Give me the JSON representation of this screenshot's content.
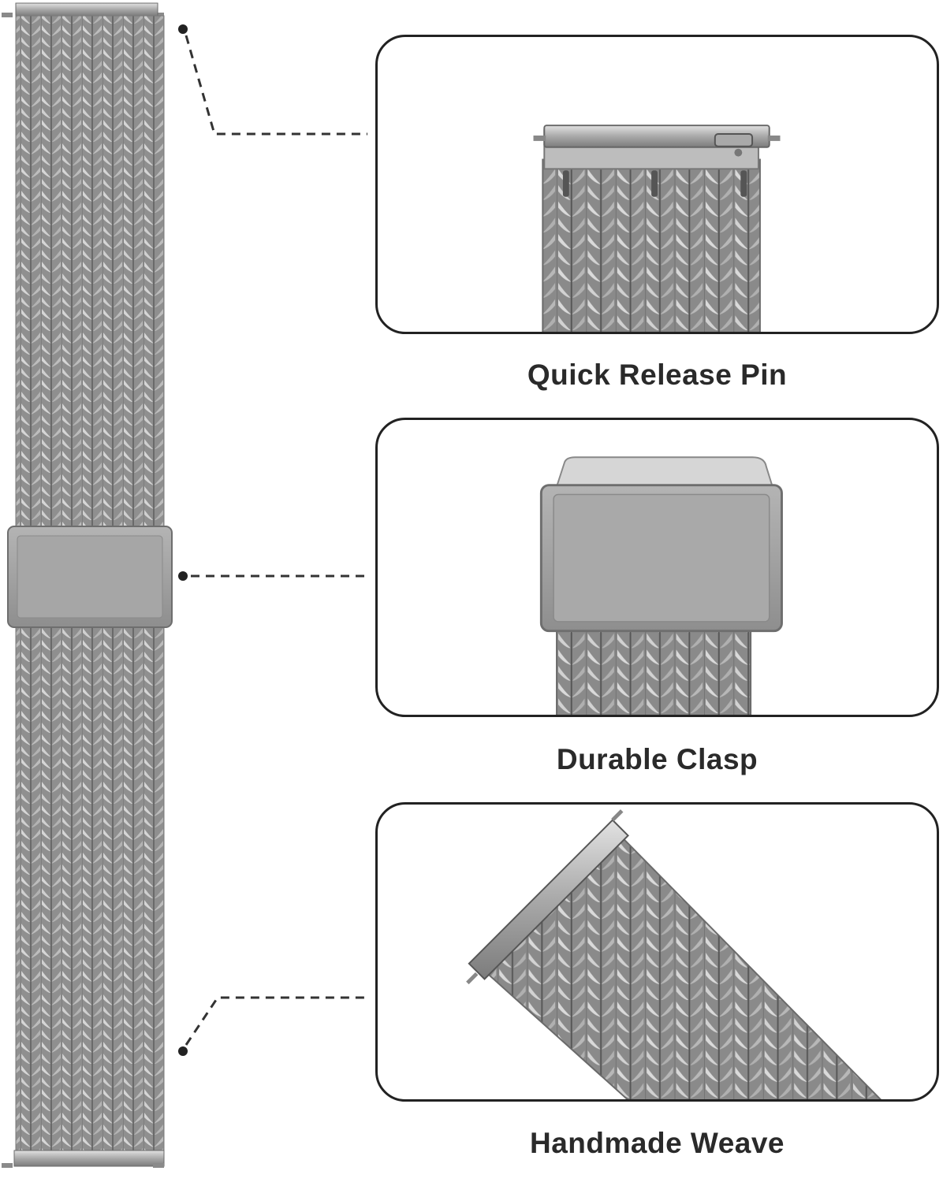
{
  "features": [
    {
      "caption": "Quick Release Pin"
    },
    {
      "caption": "Durable Clasp"
    },
    {
      "caption": "Handmade Weave"
    }
  ],
  "colors": {
    "metal_light": "#c9c9c9",
    "metal_mid": "#9a9a9a",
    "metal_dark": "#5e5e5e",
    "outline": "#222222",
    "caption_text": "#2a2a2a"
  }
}
